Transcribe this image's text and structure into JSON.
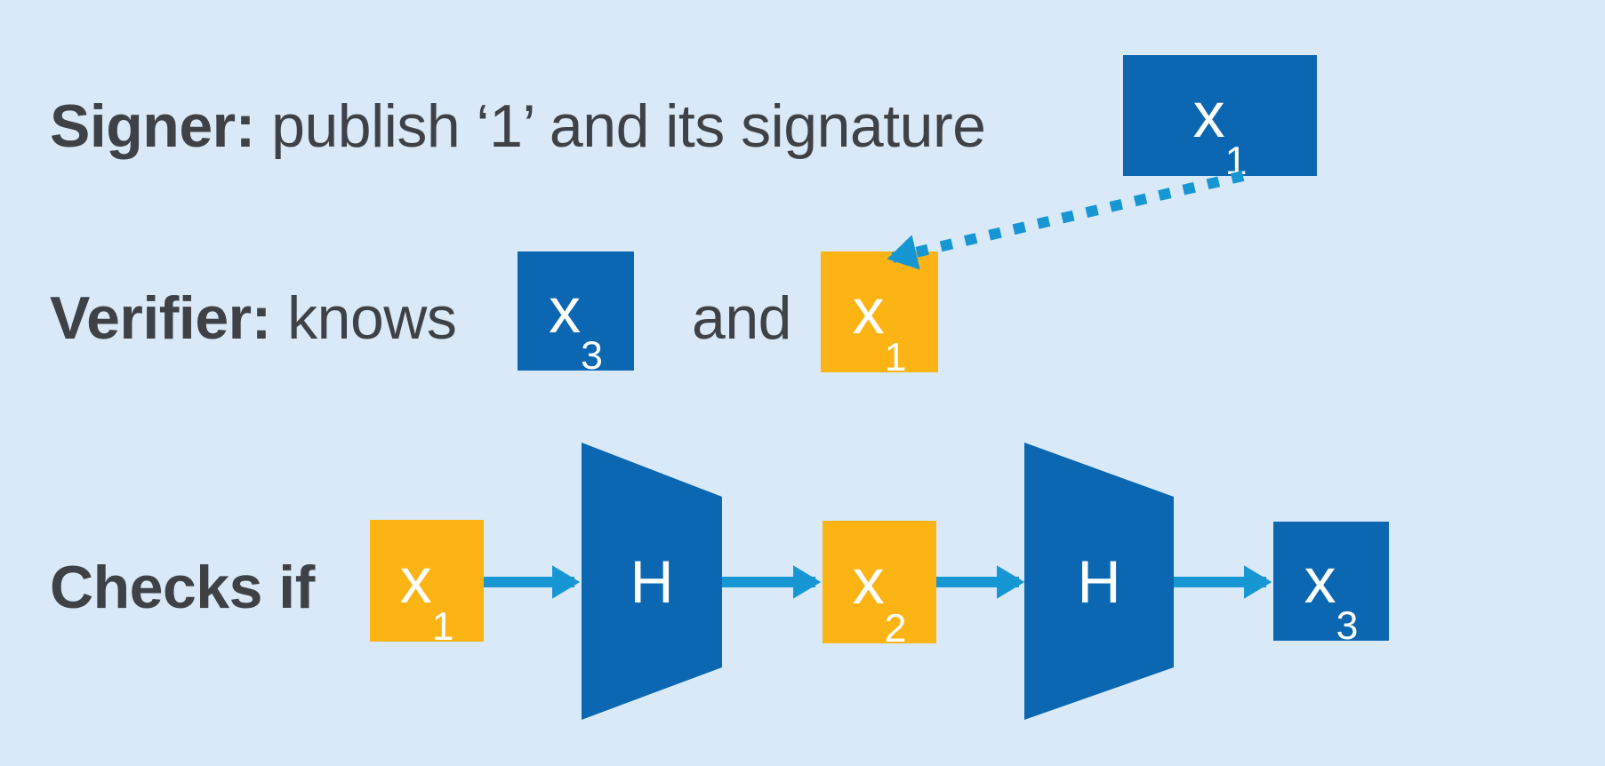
{
  "colors": {
    "bg": "#d9e9f7",
    "blue": "#0b67b2",
    "yellow": "#fbb414",
    "arrow": "#1697d4",
    "text": "#3e4247",
    "label": "#ffffff"
  },
  "signer": {
    "label_bold": "Signer:",
    "label_rest": " publish ‘1’ and its signature",
    "published_box": {
      "base": "x",
      "sub": "1"
    }
  },
  "verifier": {
    "label_bold": "Verifier:",
    "label_rest": " knows",
    "and_text": "and",
    "known_box": {
      "base": "x",
      "sub": "3"
    },
    "received_box": {
      "base": "x",
      "sub": "1"
    }
  },
  "checks": {
    "label_bold": "Checks if",
    "input_box": {
      "base": "x",
      "sub": "1"
    },
    "hash1_label": "H",
    "mid_box": {
      "base": "x",
      "sub": "2"
    },
    "hash2_label": "H",
    "output_box": {
      "base": "x",
      "sub": "3"
    }
  }
}
